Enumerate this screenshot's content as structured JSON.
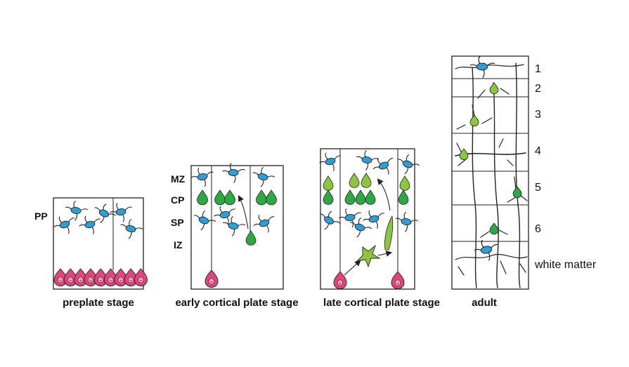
{
  "panels": [
    {
      "caption": "preplate stage",
      "zones": [
        "PP"
      ]
    },
    {
      "caption": "early cortical plate stage",
      "zones": [
        "MZ",
        "CP",
        "SP",
        "IZ"
      ]
    },
    {
      "caption": "late cortical plate stage",
      "zones": []
    },
    {
      "caption": "adult",
      "layers": [
        "1",
        "2",
        "3",
        "4",
        "5",
        "6",
        "white matter"
      ]
    }
  ],
  "colors": {
    "outline": "#222222",
    "interneuron_blue": "#2a9fd8",
    "cortical_plate_green": "#2ea844",
    "migrating_lightgreen": "#8cc63f",
    "progenitor_pink": "#e0457b",
    "progenitor_fill_light": "#f6a6c1"
  },
  "icons": [
    "blue-neuron-icon",
    "green-neuron-icon",
    "progenitor-cell-icon",
    "migration-arrow-icon"
  ]
}
